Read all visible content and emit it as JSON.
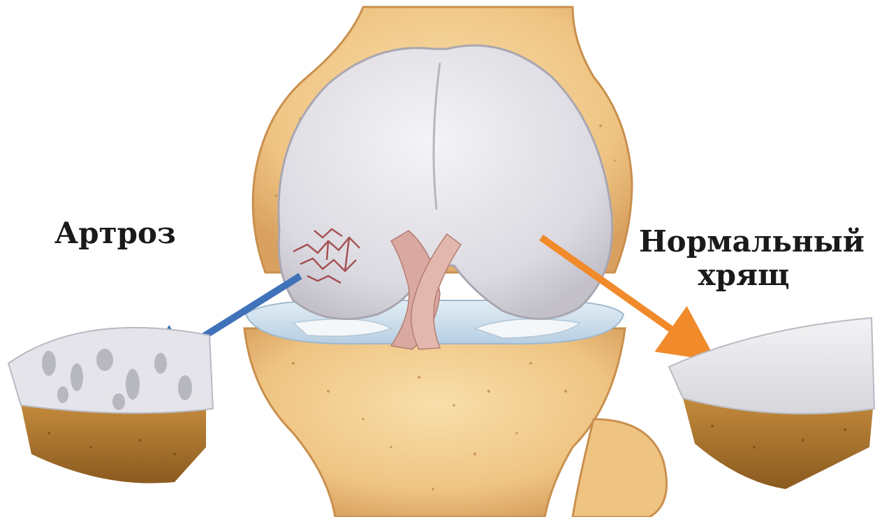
{
  "labels": {
    "arthrosis": "Артроз",
    "normal_line1": "Нормальный",
    "normal_line2": "хрящ"
  },
  "colors": {
    "bone": "#f2cf8f",
    "bone_shadow": "#dca25e",
    "cartilage": "#e6e4ea",
    "meniscus": "#cfe0ee",
    "ligament": "#d9a8a0",
    "arrow_arthrosis": "#3f72b9",
    "arrow_normal": "#f08a2a"
  },
  "icons": {
    "damaged_sample": "damaged-cartilage-block",
    "healthy_sample": "healthy-cartilage-block"
  }
}
